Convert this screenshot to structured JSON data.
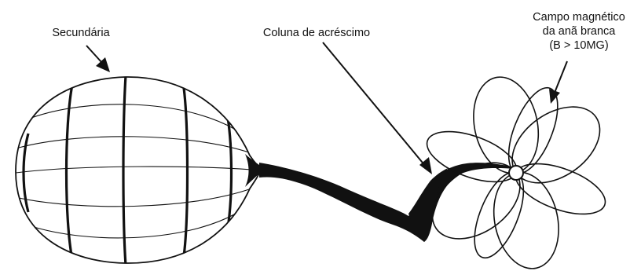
{
  "labels": {
    "secondary": "Secundária",
    "accretion_column": "Coluna de acréscimo",
    "magnetic_field_line1": "Campo magnético",
    "magnetic_field_line2": "da anã branca",
    "magnetic_field_line3": "(B > 10MG)"
  },
  "colors": {
    "ink": "#111111",
    "background": "#ffffff"
  }
}
